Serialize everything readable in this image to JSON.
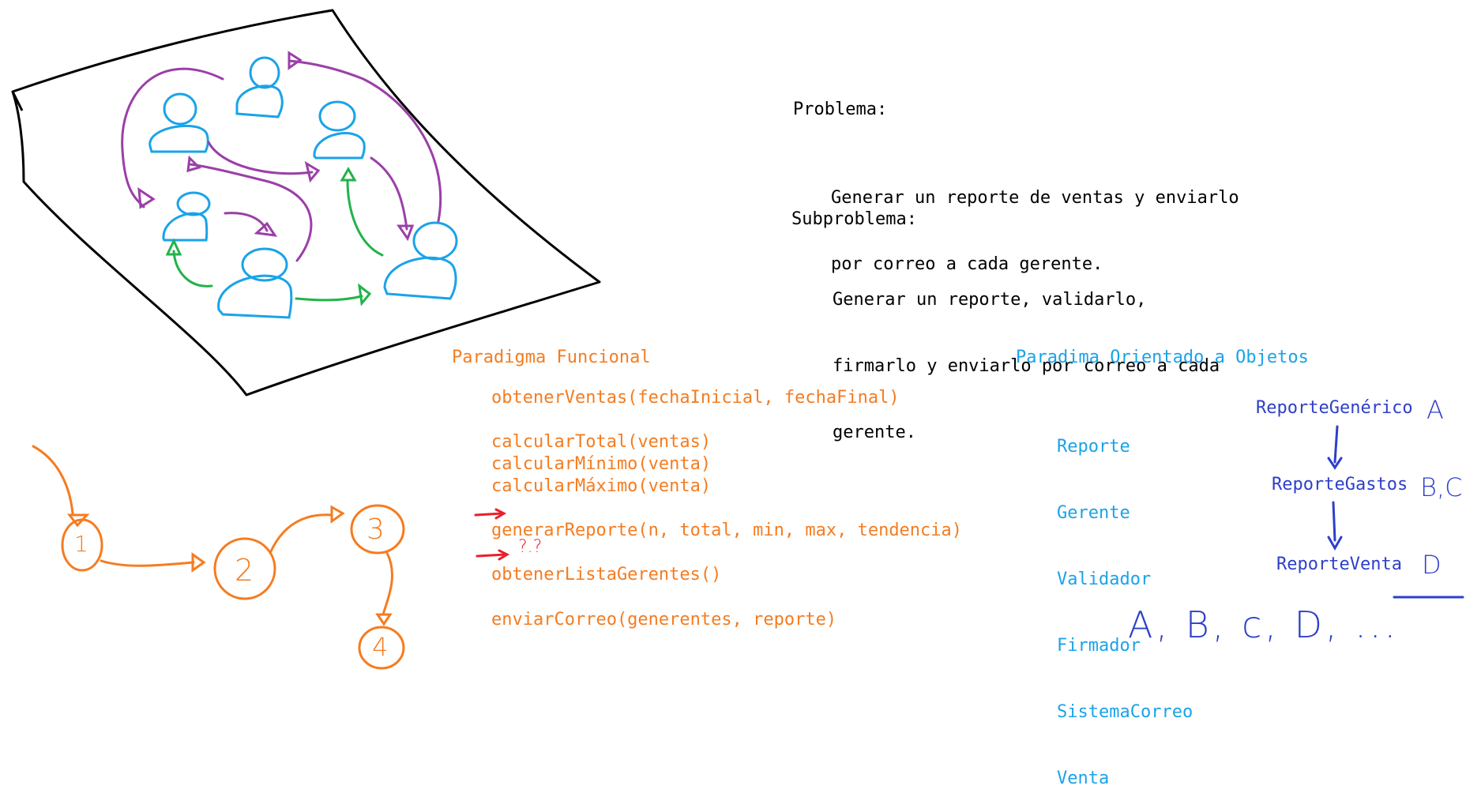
{
  "problem": {
    "heading": "Problema:",
    "text_lines": [
      "Generar un reporte de ventas y enviarlo",
      "por correo a cada gerente."
    ]
  },
  "subproblem": {
    "heading": "Subproblema:",
    "text_lines": [
      "Generar un reporte, validarlo,",
      "firmarlo y enviarlo por correo a cada",
      "gerente."
    ]
  },
  "functional": {
    "heading": "Paradigma Funcional",
    "lines": [
      "obtenerVentas(fechaInicial, fechaFinal)",
      "calcularTotal(ventas)",
      "calcularMínimo(venta)",
      "calcularMáximo(venta)",
      "generarReporte(n, total, min, max, tendencia)",
      "obtenerListaGerentes()",
      "enviarCorreo(generentes, reporte)"
    ],
    "annotation": "?.?"
  },
  "oop": {
    "heading": "Paradima Orientado a Objetos",
    "classes": [
      "Reporte",
      "Gerente",
      "Validador",
      "Firmador",
      "SistemaCorreo",
      "Venta"
    ],
    "hierarchy": [
      {
        "name": "ReporteGenérico",
        "tag": "A"
      },
      {
        "name": "ReporteGastos",
        "tag": "B,C"
      },
      {
        "name": "ReporteVenta",
        "tag": "D"
      }
    ],
    "sequence": "A, B, c, D, ..."
  },
  "flow_nodes": [
    "1",
    "2",
    "3",
    "4"
  ],
  "colors": {
    "text": "#000000",
    "functional": "#f57c20",
    "oop_classes": "#1aa3e8",
    "oop_hierarchy": "#2e3fc9",
    "people": "#1aa3e8",
    "purple_arrows": "#9b3fa8",
    "green_arrows": "#22b34a",
    "red_marks": "#e8202a"
  }
}
